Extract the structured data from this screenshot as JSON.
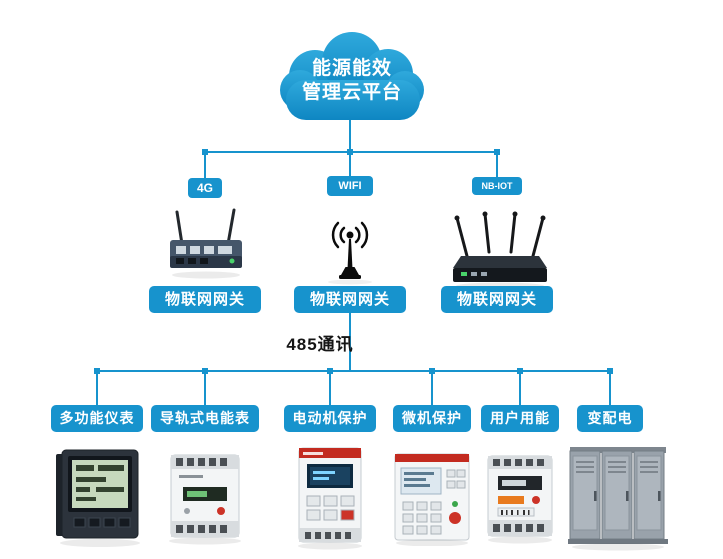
{
  "cloud": {
    "line1": "能源能效",
    "line2": "管理云平台"
  },
  "bus": {
    "label": "485通讯"
  },
  "gateway_columns": [
    {
      "badge": "4G",
      "image": "4g-router",
      "label": "物联网网关"
    },
    {
      "badge": "WIFI",
      "image": "wifi-antenna",
      "label": "物联网网关"
    },
    {
      "badge": "NB-IOT",
      "image": "nb-iot-router",
      "label": "物联网网关"
    }
  ],
  "devices": [
    {
      "label": "多功能仪表",
      "image": "multifunction-meter"
    },
    {
      "label": "导轨式电能表",
      "image": "din-rail-energy-meter"
    },
    {
      "label": "电动机保护",
      "image": "motor-protection-device"
    },
    {
      "label": "微机保护",
      "image": "microcomputer-protection-device"
    },
    {
      "label": "用户用能",
      "image": "user-energy-meter"
    },
    {
      "label": "变配电",
      "image": "power-distribution-cabinets"
    }
  ],
  "icons": {
    "cloud": "cloud-shape",
    "wifi_antenna": "antenna-with-signal-waves",
    "router_4g": "industrial-router-two-antennas",
    "router_nbiot": "router-four-antennas"
  },
  "colors": {
    "accent": "#1793cd",
    "cloud_top": "#2fa9dc",
    "cloud_bottom": "#0e86c2",
    "text": "#151515"
  }
}
